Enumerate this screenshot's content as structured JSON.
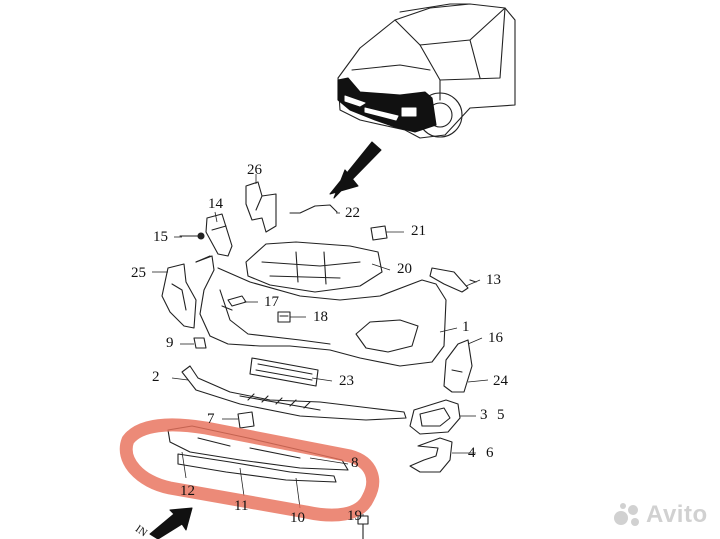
{
  "callouts": [
    {
      "id": "1",
      "text": "1"
    },
    {
      "id": "2",
      "text": "2"
    },
    {
      "id": "3",
      "text": "3"
    },
    {
      "id": "4",
      "text": "4"
    },
    {
      "id": "5",
      "text": "5"
    },
    {
      "id": "6",
      "text": "6"
    },
    {
      "id": "7",
      "text": "7"
    },
    {
      "id": "8",
      "text": "8"
    },
    {
      "id": "9",
      "text": "9"
    },
    {
      "id": "10",
      "text": "10"
    },
    {
      "id": "11",
      "text": "11"
    },
    {
      "id": "12",
      "text": "12"
    },
    {
      "id": "13",
      "text": "13"
    },
    {
      "id": "14",
      "text": "14"
    },
    {
      "id": "15",
      "text": "15"
    },
    {
      "id": "16",
      "text": "16"
    },
    {
      "id": "17",
      "text": "17"
    },
    {
      "id": "18",
      "text": "18"
    },
    {
      "id": "19",
      "text": "19"
    },
    {
      "id": "20",
      "text": "20"
    },
    {
      "id": "21",
      "text": "21"
    },
    {
      "id": "22",
      "text": "22"
    },
    {
      "id": "23",
      "text": "23"
    },
    {
      "id": "24",
      "text": "24"
    },
    {
      "id": "25",
      "text": "25"
    },
    {
      "id": "26",
      "text": "26"
    }
  ],
  "direction_marker": {
    "text": "IN"
  },
  "watermark": {
    "text": "Avito",
    "icon": "avito-dots-icon"
  },
  "colors": {
    "line": "#222222",
    "highlight": "#e8705a",
    "watermark": "#c9c9c9"
  }
}
